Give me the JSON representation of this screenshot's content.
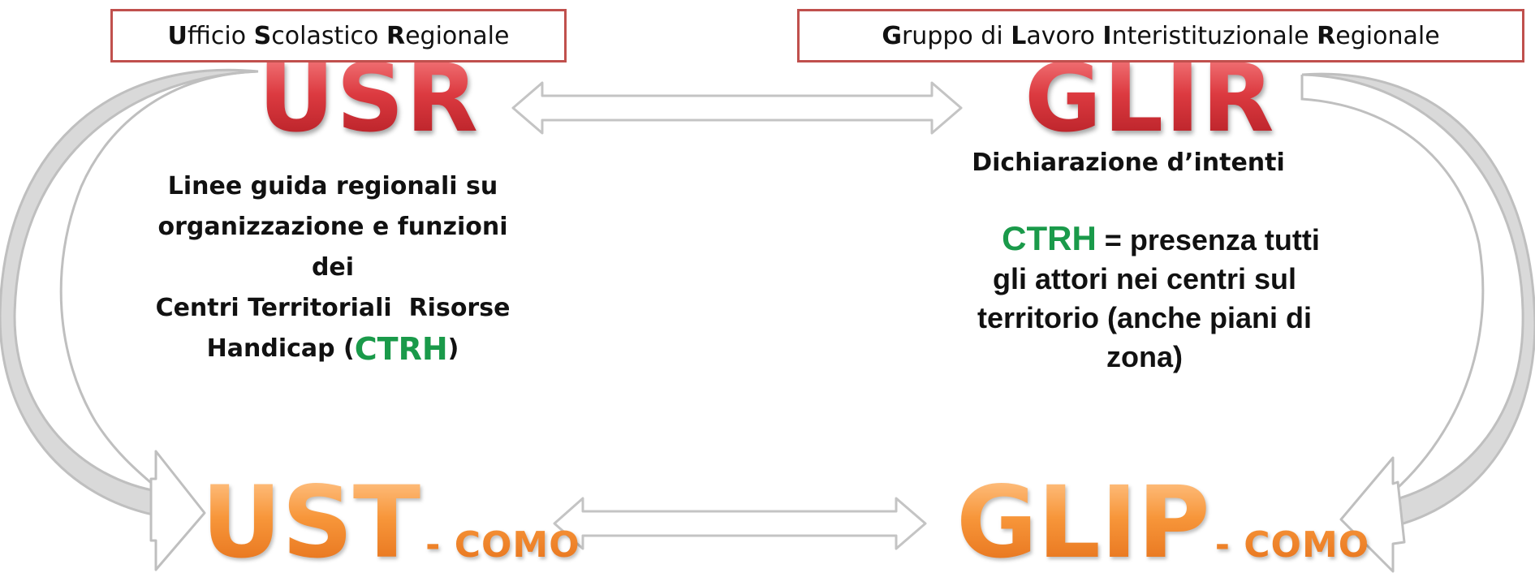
{
  "usr_box": {
    "parts": [
      {
        "bold": "U",
        "rest": "fficio "
      },
      {
        "bold": "S",
        "rest": "colastico "
      },
      {
        "bold": "R",
        "rest": "egionale"
      }
    ]
  },
  "glir_box": {
    "parts": [
      {
        "bold": "G",
        "rest": "ruppo di "
      },
      {
        "bold": "L",
        "rest": "avoro "
      },
      {
        "bold": "I",
        "rest": "nteristituzionale "
      },
      {
        "bold": "R",
        "rest": "egionale"
      }
    ]
  },
  "usr_label": "USR",
  "glir_label": "GLIR",
  "ust_label": {
    "main": "UST",
    "sub": "- COMO"
  },
  "glip_label": {
    "main": "GLIP",
    "sub": "- COMO"
  },
  "usr_desc": {
    "line1": "Linee guida regionali su",
    "line2": "organizzazione e funzioni",
    "line3": "dei",
    "line4": "Centri Territoriali  Risorse",
    "line5_prefix": "Handicap (",
    "line5_highlight": "CTRH",
    "line5_suffix": ")"
  },
  "glir_decl": "Dichiarazione d’intenti",
  "glir_desc": {
    "highlight": "CTRH",
    "line1_rest": " = presenza tutti",
    "line2": "gli attori nei centri sul",
    "line3": "territorio (anche piani di",
    "line4": "zona)"
  },
  "colors": {
    "box_border": "#c0504d",
    "red_label": "#d63a3f",
    "orange_label": "#f08a2c",
    "highlight_green": "#1a9a4a",
    "arrow_fill": "#d9d9d9",
    "arrow_outline": "#bfbfbf"
  }
}
